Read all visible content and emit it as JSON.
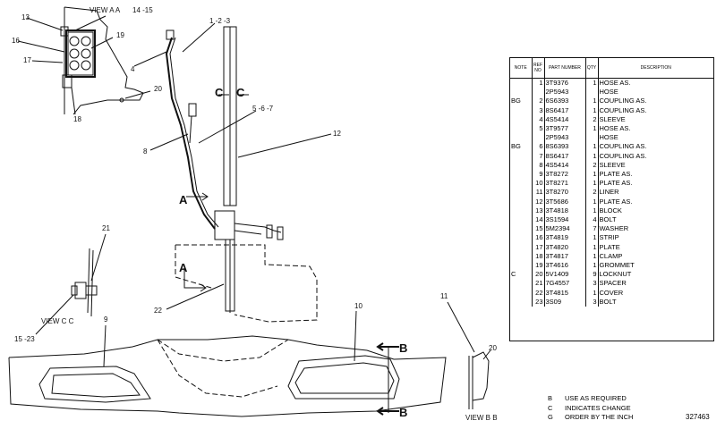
{
  "drawing": {
    "view_aa_label": "VIEW A A",
    "view_cc_label": "VIEW C C",
    "view_bb_label": "VIEW B B",
    "section_a": "A",
    "section_b": "B",
    "section_c": "C",
    "callouts": [
      "13",
      "14 -15",
      "16",
      "19",
      "17",
      "20",
      "18",
      "4",
      "1 -2 -3",
      "5 -6 -7",
      "8",
      "12",
      "21",
      "15 -23",
      "22",
      "9",
      "10",
      "11",
      "20"
    ],
    "drawing_number": "327463"
  },
  "parts_table": {
    "headers": {
      "note": "NOTE",
      "ref": "REF NO",
      "part": "PART NUMBER",
      "qty": "QTY",
      "desc": "DESCRIPTION"
    },
    "rows": [
      {
        "note": "",
        "ref": "1",
        "part": "3T9376",
        "qty": "1",
        "desc": "HOSE AS."
      },
      {
        "note": "",
        "ref": "",
        "part": "2P5943",
        "qty": "",
        "desc": "HOSE"
      },
      {
        "note": "BG",
        "ref": "2",
        "part": "6S6393",
        "qty": "1",
        "desc": "COUPLING AS."
      },
      {
        "note": "",
        "ref": "3",
        "part": "8S6417",
        "qty": "1",
        "desc": "COUPLING AS."
      },
      {
        "note": "",
        "ref": "4",
        "part": "4S5414",
        "qty": "2",
        "desc": "SLEEVE"
      },
      {
        "note": "",
        "ref": "5",
        "part": "3T9577",
        "qty": "1",
        "desc": "HOSE AS."
      },
      {
        "note": "",
        "ref": "",
        "part": "2P5943",
        "qty": "",
        "desc": "HOSE"
      },
      {
        "note": "BG",
        "ref": "6",
        "part": "8S6393",
        "qty": "1",
        "desc": "COUPLING AS."
      },
      {
        "note": "",
        "ref": "7",
        "part": "8S6417",
        "qty": "1",
        "desc": "COUPLING AS."
      },
      {
        "note": "",
        "ref": "8",
        "part": "4S5414",
        "qty": "2",
        "desc": "SLEEVE"
      },
      {
        "note": "",
        "ref": "9",
        "part": "3T8272",
        "qty": "1",
        "desc": "PLATE AS."
      },
      {
        "note": "",
        "ref": "10",
        "part": "3T8271",
        "qty": "1",
        "desc": "PLATE AS."
      },
      {
        "note": "",
        "ref": "11",
        "part": "3T8270",
        "qty": "2",
        "desc": "LINER"
      },
      {
        "note": "",
        "ref": "12",
        "part": "3T5686",
        "qty": "1",
        "desc": "PLATE AS."
      },
      {
        "note": "",
        "ref": "13",
        "part": "3T4818",
        "qty": "1",
        "desc": "BLOCK"
      },
      {
        "note": "",
        "ref": "14",
        "part": "3S1594",
        "qty": "4",
        "desc": "BOLT"
      },
      {
        "note": "",
        "ref": "15",
        "part": "5M2394",
        "qty": "7",
        "desc": "WASHER"
      },
      {
        "note": "",
        "ref": "16",
        "part": "3T4819",
        "qty": "1",
        "desc": "STRIP"
      },
      {
        "note": "",
        "ref": "17",
        "part": "3T4820",
        "qty": "1",
        "desc": "PLATE"
      },
      {
        "note": "",
        "ref": "18",
        "part": "3T4817",
        "qty": "1",
        "desc": "CLAMP"
      },
      {
        "note": "",
        "ref": "19",
        "part": "3T4616",
        "qty": "1",
        "desc": "GROMMET"
      },
      {
        "note": "C",
        "ref": "20",
        "part": "5V1409",
        "qty": "9",
        "desc": "LOCKNUT"
      },
      {
        "note": "",
        "ref": "21",
        "part": "7G4557",
        "qty": "3",
        "desc": "SPACER"
      },
      {
        "note": "",
        "ref": "22",
        "part": "3T4815",
        "qty": "1",
        "desc": "COVER"
      },
      {
        "note": "",
        "ref": "23",
        "part": "3S09",
        "qty": "3",
        "desc": "BOLT"
      }
    ]
  },
  "legend": [
    {
      "code": "B",
      "text": "USE AS REQUIRED"
    },
    {
      "code": "C",
      "text": "INDICATES CHANGE"
    },
    {
      "code": "G",
      "text": "ORDER BY THE INCH"
    }
  ]
}
